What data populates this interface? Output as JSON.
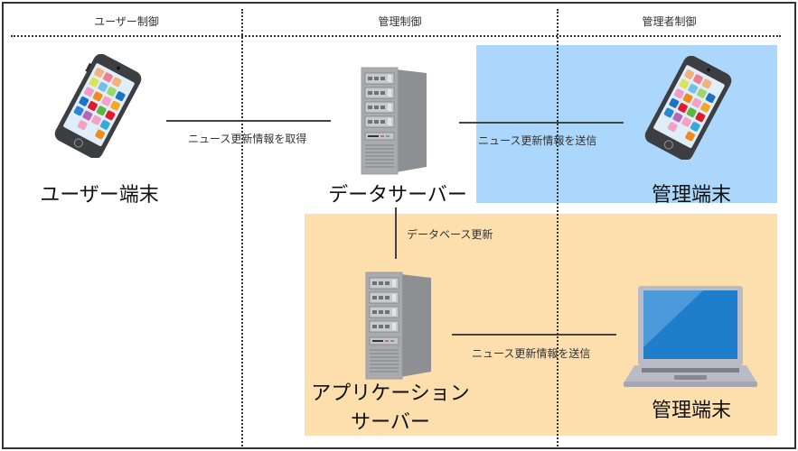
{
  "zones": [
    {
      "id": "user",
      "label": "ユーザー制御"
    },
    {
      "id": "management",
      "label": "管理制御"
    },
    {
      "id": "admin",
      "label": "管理者制御"
    }
  ],
  "nodes": {
    "user_terminal": {
      "label": "ユーザー端末",
      "icon": "smartphone-icon"
    },
    "data_server": {
      "label": "データサーバー",
      "icon": "server-tower-icon"
    },
    "admin_phone": {
      "label": "管理端末",
      "icon": "smartphone-icon"
    },
    "app_server": {
      "label_line1": "アプリケーション",
      "label_line2": "サーバー",
      "icon": "server-tower-icon"
    },
    "admin_laptop": {
      "label": "管理端末",
      "icon": "laptop-icon"
    }
  },
  "links": [
    {
      "from": "user_terminal",
      "to": "data_server",
      "label": "ニュース更新情報を取得"
    },
    {
      "from": "data_server",
      "to": "admin_phone",
      "label": "ニュース更新情報を送信"
    },
    {
      "from": "data_server",
      "to": "app_server",
      "label": "データベース更新"
    },
    {
      "from": "app_server",
      "to": "admin_laptop",
      "label": "ニュース更新情報を送信"
    }
  ],
  "colors": {
    "admin_panel": "#aad7fb",
    "app_panel": "#fddfad",
    "phone_body": "#3d3e42",
    "phone_screen": "#dfeef8",
    "server_body": "#a9abae",
    "laptop_screen": "#1f7ecb",
    "laptop_body": "#b9bcc4"
  }
}
